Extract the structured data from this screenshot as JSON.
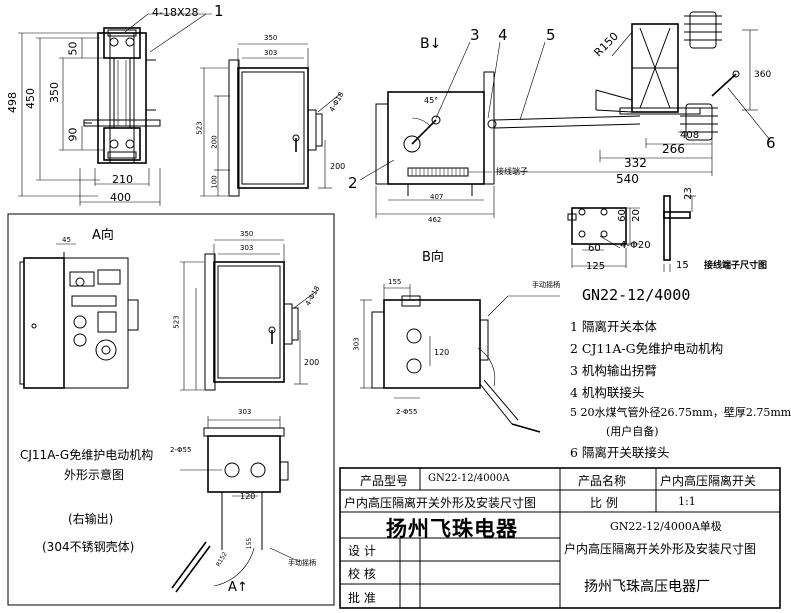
{
  "dims": {
    "slot": "4-18X28",
    "h498": "498",
    "h450": "450",
    "h350": "350",
    "h50": "50",
    "h90": "90",
    "w210": "210",
    "w400": "400",
    "w350a": "350",
    "w303a": "303",
    "h523a": "523",
    "h200a": "200",
    "h100a": "100",
    "hole4a": "4-Φ18",
    "r200a": "200",
    "angle45": "45°",
    "w407": "407",
    "w462": "462",
    "r150": "R150",
    "h360": "360",
    "w408": "408",
    "w266": "266",
    "w332": "332",
    "w540": "540",
    "h23": "23",
    "w60a": "60",
    "h20": "20",
    "w60b": "60",
    "w125": "125",
    "hole20": "4-Φ20",
    "w15": "15",
    "w45": "45",
    "w350b": "350",
    "w303b": "303",
    "h523b": "523",
    "hole4b": "4-Φ18",
    "h200b": "200",
    "w155a": "155",
    "h303a": "303",
    "h120a": "120",
    "hole55a": "2-Φ55",
    "w303c": "303",
    "hole55b": "2-Φ55",
    "w120b": "120",
    "w155b": "155",
    "r152": "R152"
  },
  "callouts": [
    "1",
    "2",
    "3",
    "4",
    "5",
    "6"
  ],
  "view_labels": {
    "b_arrow": "B↓",
    "a_view": "A向",
    "b_view": "B向",
    "a_arrow": "A↑"
  },
  "annotations": {
    "terminal": "接线端子",
    "terminal_dims": "接线端子尺寸图",
    "handle1": "手动摇柄",
    "handle2": "手动摇柄"
  },
  "model_heading": "GN22-12/4000",
  "legend": [
    "1  隔离开关本体",
    "2  CJ11A-G免维护电动机构",
    "3  机构输出拐臂",
    "4  机构联接头",
    "5  20水煤气管外径26.75mm，壁厚2.75mm",
    "(用户自备)",
    "6  隔离开关联接头"
  ],
  "inset": {
    "caption1": "CJ11A-G免维护电动机构",
    "caption2": "外形示意图",
    "caption3": "(右输出)",
    "caption4": "(304不锈钢壳体)"
  },
  "title_block": {
    "model_label": "产品型号",
    "model_value": "GN22-12/4000A",
    "name_label": "产品名称",
    "name_value": "户内高压隔离开关",
    "drawing_title": "户内高压隔离开关外形及安装尺寸图",
    "scale_label": "比  例",
    "scale_value": "1:1",
    "company_big": "扬州飞珠电器",
    "desc1": "GN22-12/4000A单极",
    "desc2": "户内高压隔离开关外形及安装尺寸图",
    "design": "设    计",
    "check": "校    核",
    "approve": "批    准",
    "company_full": "扬州飞珠高压电器厂"
  }
}
